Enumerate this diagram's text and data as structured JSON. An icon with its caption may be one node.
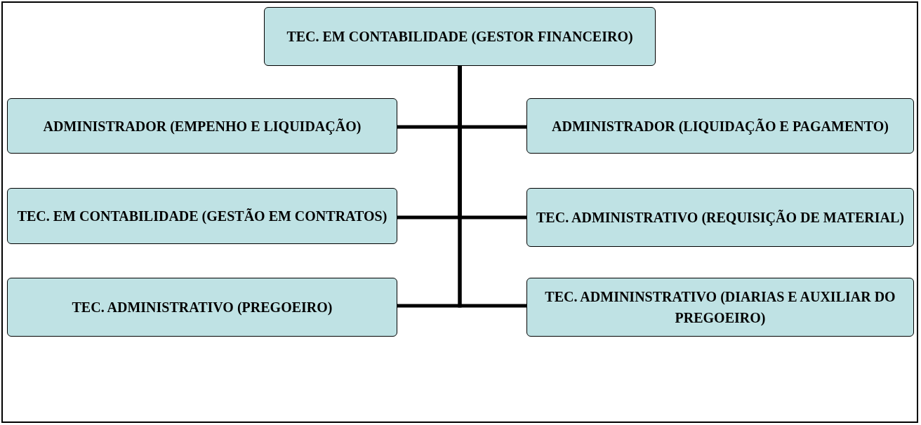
{
  "diagram": {
    "nodes": [
      {
        "text": [
          "TEC. EM CONTABILIDADE (GESTOR FINANCEIRO)"
        ]
      },
      {
        "text": [
          "ADMINISTRADOR (EMPENHO E LIQUIDAÇÃO)"
        ]
      },
      {
        "text": [
          "ADMINISTRADOR (LIQUIDAÇÃO E PAGAMENTO)"
        ]
      },
      {
        "text": [
          "TEC. EM CONTABILIDADE (GESTÃO EM CONTRATOS)"
        ]
      },
      {
        "text": [
          "TEC. ADMINISTRATIVO (REQUISIÇÃO DE MATERIAL)"
        ]
      },
      {
        "text": [
          "TEC. ADMINISTRATIVO (PREGOEIRO)"
        ]
      },
      {
        "text": [
          "TEC. ADMININSTRATIVO (DIARIAS E AUXILIAR DO PREGOEIRO)"
        ]
      }
    ],
    "edges": [
      {
        "from": 0,
        "to": 1,
        "arrow": "none"
      },
      {
        "from": 0,
        "to": 2,
        "arrow": "none"
      },
      {
        "from": 0,
        "to": 3,
        "arrow": "none"
      },
      {
        "from": 0,
        "to": 4,
        "arrow": "none"
      },
      {
        "from": 0,
        "to": 5,
        "arrow": "none"
      },
      {
        "from": 0,
        "to": 6,
        "arrow": "none"
      }
    ]
  }
}
